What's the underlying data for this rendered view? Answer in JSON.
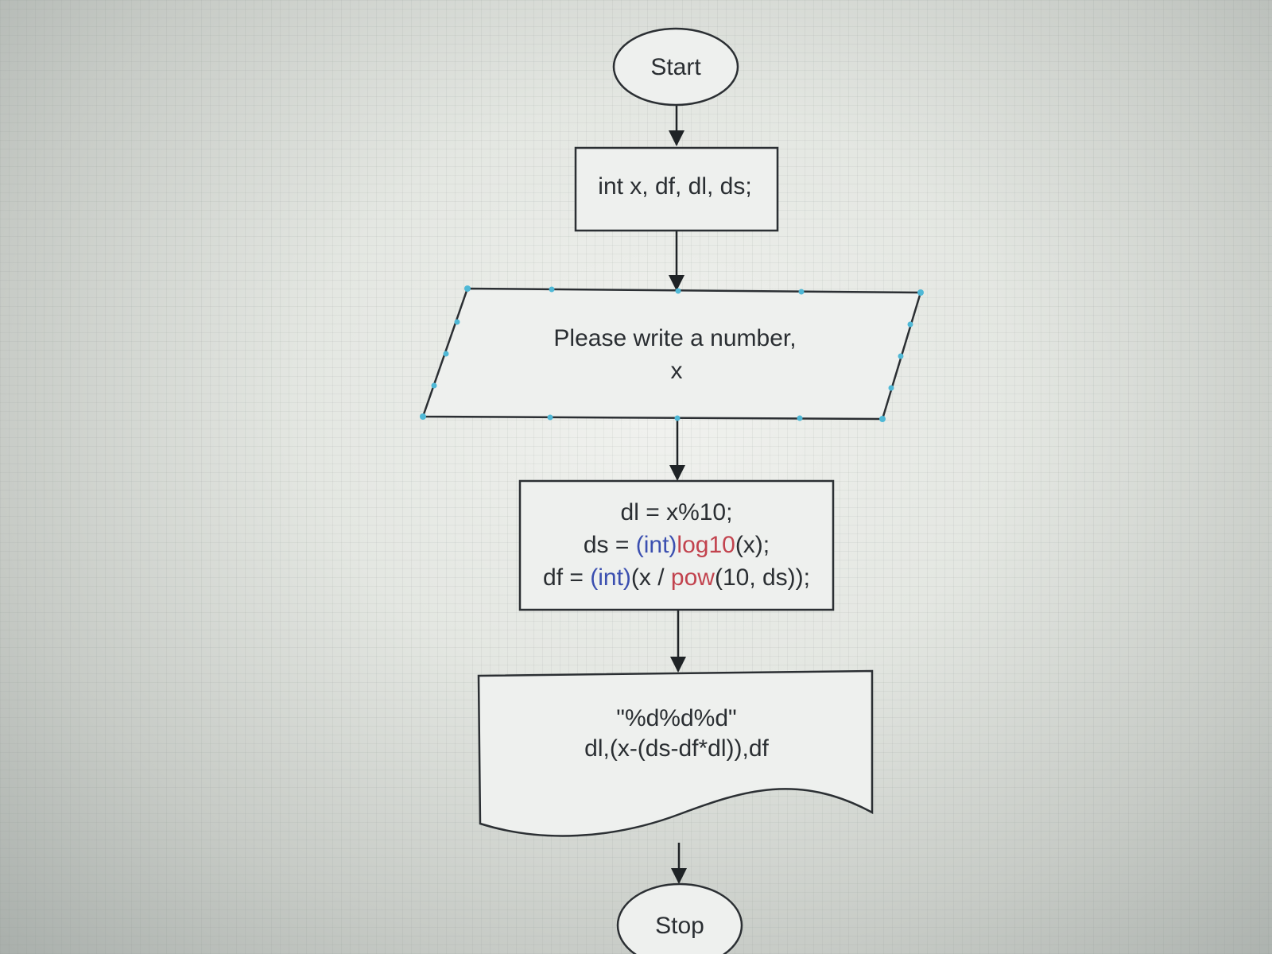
{
  "diagram": {
    "start": {
      "label": "Start"
    },
    "declare": {
      "label": "int x, df, dl, ds;"
    },
    "input": {
      "line1": "Please write a number,",
      "line2": "x"
    },
    "process": {
      "line1": "dl = x%10;",
      "line2": [
        {
          "text": "ds = ",
          "kind": "plain"
        },
        {
          "text": "(int)",
          "kind": "keyword"
        },
        {
          "text": "log10",
          "kind": "function"
        },
        {
          "text": "(x);",
          "kind": "plain"
        }
      ],
      "line3": [
        {
          "text": "df = ",
          "kind": "plain"
        },
        {
          "text": "(int)",
          "kind": "keyword"
        },
        {
          "text": "(x / ",
          "kind": "plain"
        },
        {
          "text": "pow",
          "kind": "function"
        },
        {
          "text": "(10, ds));",
          "kind": "plain"
        }
      ]
    },
    "output": {
      "line1": "\"%d%d%d\"",
      "line2": "dl,(x-(ds-df*dl)),df"
    },
    "stop": {
      "label": "Stop"
    }
  },
  "colors": {
    "keyword": "#3b4fb0",
    "function": "#c2434e",
    "plain": "#2a2e32",
    "selection_handle": "#4fb8d6"
  }
}
